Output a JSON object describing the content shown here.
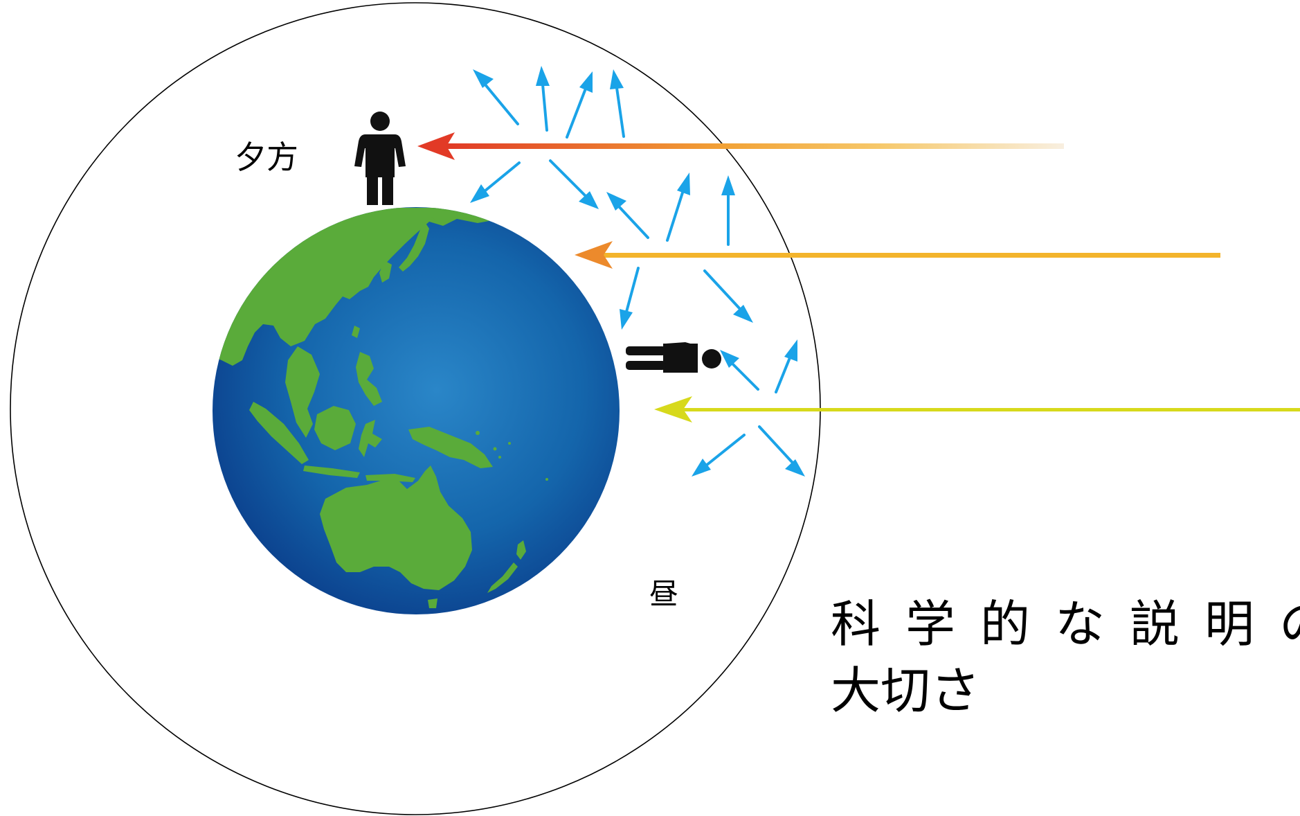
{
  "labels": {
    "evening": "夕方",
    "daytime": "昼",
    "caption_line1": "科学的な説明の",
    "caption_line2": "大切さ"
  },
  "colors": {
    "background": "#ffffff",
    "atmosphere_outline": "#000000",
    "ocean_light": "#2a7fc4",
    "ocean_dark": "#0b3f8c",
    "land": "#5aab3a",
    "person": "#111111",
    "scatter_arrow": "#1aa3e8",
    "ray_evening_start": "#f7e6c8",
    "ray_evening_end": "#e23a26",
    "ray_mid": "#f0a52e",
    "ray_mid_head": "#ec8a2c",
    "ray_noon": "#d7d91c"
  },
  "icons": {
    "evening_person": "standing-person-icon",
    "noon_person": "lying-person-icon",
    "earth": "earth-globe-icon"
  }
}
